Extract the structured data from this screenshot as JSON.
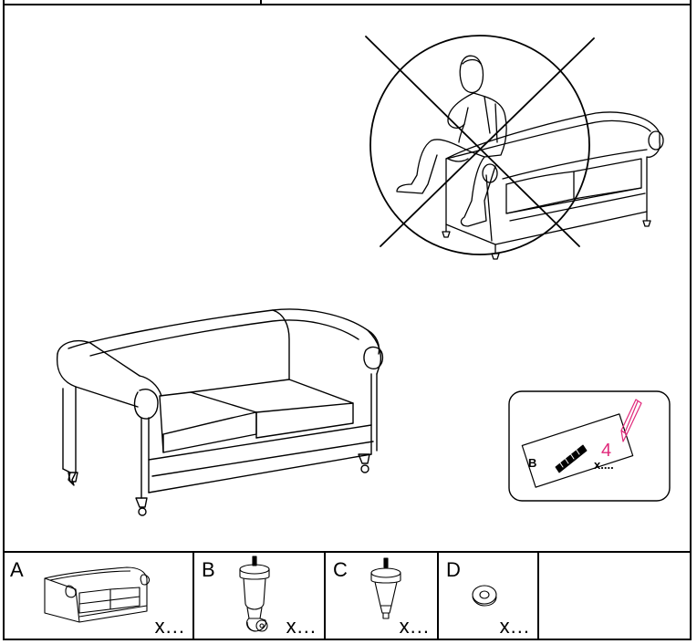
{
  "quantity_card": {
    "part_letter": "B",
    "quantity_prefix": "x....",
    "quantity_value": "4",
    "accent_color": "#e0287a"
  },
  "parts": [
    {
      "letter": "A",
      "quantity": "x...",
      "icon": "sofa-icon"
    },
    {
      "letter": "B",
      "quantity": "x...",
      "icon": "caster-leg-icon"
    },
    {
      "letter": "C",
      "quantity": "x...",
      "icon": "tapered-leg-icon"
    },
    {
      "letter": "D",
      "quantity": "x...",
      "icon": "washer-icon"
    }
  ]
}
